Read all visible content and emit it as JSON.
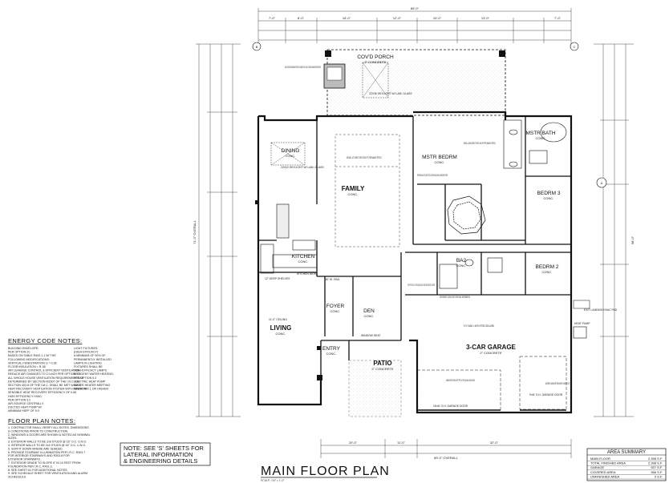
{
  "title": "MAIN FLOOR PLAN",
  "scale": "SCALE: 1/4\" = 1'-0\"",
  "rooms": [
    {
      "id": "porch",
      "label": "COV'D PORCH",
      "sub": "2\" CONCRETE"
    },
    {
      "id": "dining",
      "label": "DINING",
      "sub": "CONC."
    },
    {
      "id": "family",
      "label": "FAMILY",
      "sub": "CONC."
    },
    {
      "id": "mstr_bedrm",
      "label": "MSTR BEDRM",
      "sub": "CONC."
    },
    {
      "id": "mstr_bath",
      "label": "MSTR BATH",
      "sub": "CONC."
    },
    {
      "id": "bedrm3",
      "label": "BEDRM 3",
      "sub": "CONC."
    },
    {
      "id": "bedrm2",
      "label": "BEDRM 2",
      "sub": "CONC."
    },
    {
      "id": "ba2",
      "label": "BA2",
      "sub": "CONC."
    },
    {
      "id": "kitchen",
      "label": "KITCHEN",
      "sub": "CONC."
    },
    {
      "id": "living",
      "label": "LIVING",
      "sub": "CONC."
    },
    {
      "id": "foyer",
      "label": "FOYER",
      "sub": "CONC."
    },
    {
      "id": "den",
      "label": "DEN",
      "sub": "CONC."
    },
    {
      "id": "entry",
      "label": "ENTRY",
      "sub": "CONC."
    },
    {
      "id": "patio",
      "label": "PATIO",
      "sub": "2\" CONCRETE"
    },
    {
      "id": "garage",
      "label": "3-CAR GARAGE",
      "sub": "2\" CONCRETE"
    }
  ],
  "dimensions": {
    "overall_top": "89'-0\"",
    "overall_bottom": "89'-0\" OVERALL",
    "overall_left": "71'-0\" OVERALL",
    "overall_right": "98'-0\"",
    "top_row": [
      "7'-0\"",
      "8'-0\"",
      "16'-0\"",
      "12'-0\"",
      "10'-0\"",
      "13'-0\"",
      "7'-0\""
    ],
    "bottom_row": [
      "20'-0\"",
      "11'-0\"",
      "32'-0\""
    ]
  },
  "annotations": [
    "INSTALL 36\" WIDE WOOD BURNING METAL FIREPLACE W/ MANUF. SPECS. W/ (MIN.) 20\" WIDE NON-COMBUSTIBLE RAISED HEARTH",
    "22X36 SKYLIGHT W/ LAM. GLASS",
    "22X22 SKYLIGHT W/ LAM. GLASS",
    "INSTALL 42\" DIRECT VENT GAS F.P. PER MANUF. SPECS.",
    "INSTALL GAS DIRECT VENT GAS F.P. PER MANUF. SPECS.",
    "PROVIDE MIN. 22\"X30\" ATTIC ACCESS INSULATE & WEATHER STRIP",
    "TIGHT FITTING 1-3/4\" THICK (MIN.) SOLID CORE DOOR W/ SELF CLOSER",
    "SEE ENERGY CODE NOTES FOR HVAC INFORMATION",
    "9'-0\" DIAM. x 48\"H STEEL BOLLARD",
    "GARAGE NOTE: INSTALL 5/8\" TYPE X GYP BD. @ WALLS AND CEILING",
    "16'x8' O.H. GARAGE DOOR",
    "9'x8' O.H. GARAGE DOOR",
    "EXIT LANDING HVAC PAD",
    "HEAT PUMP",
    "ADDRESS LANDSCAPE SIGNS WITH HOUSE STYLE",
    "12\" DEEP SHELVES",
    "11'-0\" CEILING",
    "WINDOW SEAT",
    "36\" HI. RAIL",
    "KITCHEN WORK"
  ],
  "energy_notes": {
    "heading": "ENERGY CODE NOTES:",
    "lines": [
      "BUILDING ENVELOPE:",
      "PER OPTION 2C",
      "BASED ON TABLE R402.1.1 W/ THE",
      "FOLLOWING MODIFICATIONS:",
      "VERTICAL FENESTRATION U = 0.28",
      "FLOOR INSULATION = R-38",
      "AIR LEAKAGE CONTROL & EFFICIENT VENTILATION:",
      "REDUCE AIR CHANGES TO 2.0 ACH PER OPTION 3.2",
      "ALL WHOLE HOUSE VENTILATION REQUIREMENTS AS",
      "DETERMINED BY SECTION M1507 OF THE I.R.C. OR",
      "SECTION 403.8 OF THE I.M.C. SHALL BE MET WITH A",
      "HEAT RECOVERY VENTILATION SYSTEM WITH MINIMUM",
      "SENSIBLE HEAT RECOVERY EFFICIENCY OF 0.65",
      "HIGH EFFICIENCY HVAC:",
      "PER OPTION 3.2",
      "AIR-SOURCE CENTRALLY",
      "DUCTED HEAT PUMP W/",
      "MINIMUM HSPF OF 9.0"
    ],
    "right_col": [
      "LIGHT FIXTURES:",
      "(HIGH EFFICACY)",
      "A MINIMUM OF 90% OF",
      "PERMANENTLY INSTALLED",
      "LAMPS IN LIGHTING",
      "FIXTURES SHALL BE",
      "HIGH-EFFICACY LAMPS",
      "EFFICIENT WATER HEATING:",
      "PER OPTION 5.3",
      "ELECTRIC HEAT PUMP",
      "WATER HEATER MEETING",
      "NEEA TIER 1 OR HIGHER"
    ]
  },
  "floor_plan_notes": {
    "heading": "FLOOR PLAN NOTES:",
    "lines": [
      "1. CONTRACTOR SHALL VERIFY ALL NOTES, DIMENSIONS",
      "   & CONDITIONS PRIOR TO CONSTRUCTION.",
      "2. WINDOWS & DOORS ARE SHOWN & NOTED AS NOMINAL",
      "   SIZES.",
      "3. EXTERIOR WALLS TO BE 2x6 STUDS @ 16\" O.C. U.N.O.",
      "4. INTERIOR WALLS TO BE 2x4 STUDS @ 16\" O.C. U.N.O.",
      "5. SOFFIT DOWN WHERE ARE SHADED.",
      "6. PROVIDE STAIRWAY ILLUMINATION PER I.R.C. R303.7",
      "   FOR INTERIOR STAIRWAYS AND R303.8 FOR",
      "   EXTERIOR STAIRWAYS.",
      "7. EXTERIOR GRADE TO SLOPE 6\" IN 10 FEET FROM",
      "   FOUNDATION PER I.R.C. R401.3.",
      "8. SEE SHEET A1 FOR ADDITIONAL NOTES.",
      "9. SEE SCHEDULE SHEET FOR VENTILATION AND ALARM",
      "   SCHEDULES."
    ]
  },
  "note_box": {
    "lines": [
      "NOTE: SEE 'S' SHEETS FOR",
      "LATERAL INFORMATION",
      "& ENGINEERING DETAILS"
    ]
  },
  "area_summary": {
    "heading": "AREA SUMMARY",
    "rows": [
      {
        "label": "MAIN FLOOR",
        "value": "2,398 S.F."
      },
      {
        "label": "TOTAL FINISHED AREA",
        "value": "2,398 S.F."
      },
      {
        "label": "GARAGE",
        "value": "927 S.F."
      },
      {
        "label": "COVERED AREA",
        "value": "356 S.F."
      },
      {
        "label": "UNFINISHED AREA",
        "value": "0 S.F."
      }
    ]
  },
  "grid_markers": [
    "A",
    "B",
    "C"
  ]
}
